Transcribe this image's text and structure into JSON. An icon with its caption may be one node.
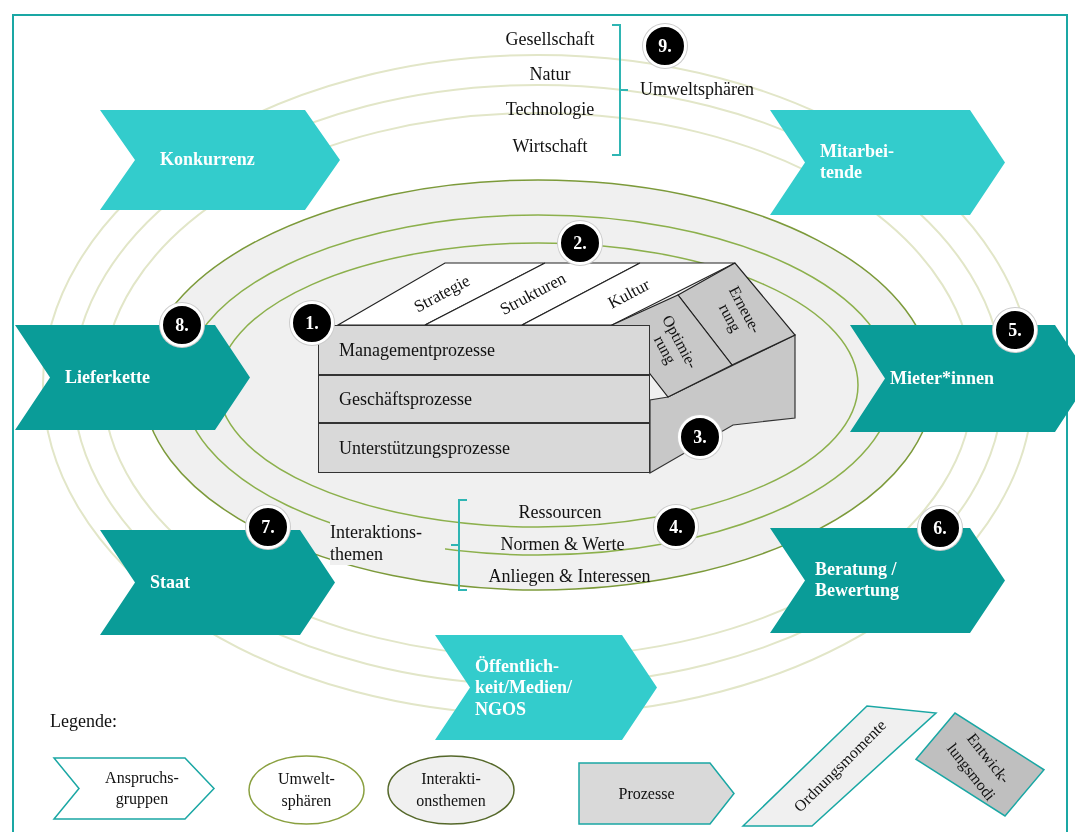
{
  "diagram": {
    "nodes": [
      {
        "text": [
          "9."
        ]
      },
      {
        "text": [
          "Konkurrenz"
        ]
      },
      {
        "text": [
          "Mitarbei- tende"
        ]
      },
      {
        "text": [
          "2."
        ]
      },
      {
        "text": [
          "Strategie"
        ]
      },
      {
        "text": [
          "Strukturen"
        ]
      },
      {
        "text": [
          "Kultur"
        ]
      },
      {
        "text": [
          "Erneue- rung"
        ]
      },
      {
        "text": [
          "Optimie- rung"
        ]
      },
      {
        "text": [
          "8."
        ]
      },
      {
        "text": [
          "1."
        ]
      },
      {
        "text": [
          "5."
        ]
      },
      {
        "text": [
          "Lieferkette"
        ]
      },
      {
        "text": [
          "Managementprozesse"
        ]
      },
      {
        "text": [
          "Mieter*innen"
        ]
      },
      {
        "text": [
          "Geschäftsprozesse"
        ]
      },
      {
        "text": [
          "Unterstützungsprozesse"
        ]
      },
      {
        "text": [
          "3."
        ]
      },
      {
        "text": [
          "7."
        ]
      },
      {
        "text": [
          "4."
        ]
      },
      {
        "text": [
          "6."
        ]
      },
      {
        "text": [
          "Staat"
        ]
      },
      {
        "text": [
          "Beratung / Bewertung"
        ]
      },
      {
        "text": [
          "Öffentlich- keit/Medien/ NGOS"
        ]
      }
    ],
    "labels": [
      "Gesellschaft",
      "Natur",
      "Technologie",
      "Wirtschaft",
      "Umweltsphären",
      "Interaktions- themen",
      "Ressourcen",
      "Normen & Werte",
      "Anliegen & Interessen",
      "Legende:"
    ],
    "legend": [
      {
        "text": "Anspruchs- gruppen"
      },
      {
        "text": "Umwelt- sphären"
      },
      {
        "text": "Interakti- onsthemen"
      },
      {
        "text": "Prozesse"
      },
      {
        "text": "Ordnungsmomente"
      },
      {
        "text": "Entwick- lungsmodi"
      }
    ]
  }
}
